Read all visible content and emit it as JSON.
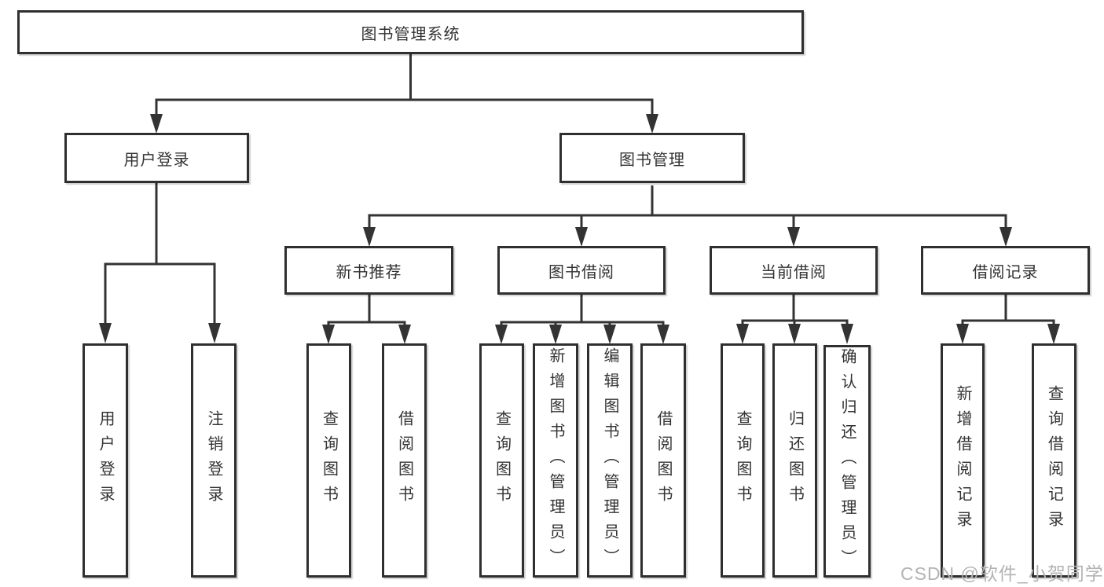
{
  "diagram": {
    "title": "图书管理系统",
    "level2": {
      "user_login": "用户登录",
      "book_mgmt": "图书管理"
    },
    "level3": {
      "new_books": "新书推荐",
      "book_borrow": "图书借阅",
      "current_borrow": "当前借阅",
      "borrow_records": "借阅记录"
    },
    "leaves": {
      "user_login": [
        "用户登录",
        "注销登录"
      ],
      "new_books": [
        "查询图书",
        "借阅图书"
      ],
      "book_borrow": [
        "查询图书",
        "新增图书（管理员）",
        "编辑图书（管理员）",
        "借阅图书"
      ],
      "current_borrow": [
        "查询图书",
        "归还图书",
        "确认归还（管理员）"
      ],
      "borrow_records": [
        "新增借阅记录",
        "查询借阅记录"
      ]
    }
  },
  "watermark": {
    "text": "CSDN @软件_小贺同学"
  },
  "colors": {
    "line": "#333333",
    "box_border": "#2f2f2f",
    "box_fill": "#ffffff",
    "text": "#333333",
    "watermark": "#b3b3b3"
  }
}
